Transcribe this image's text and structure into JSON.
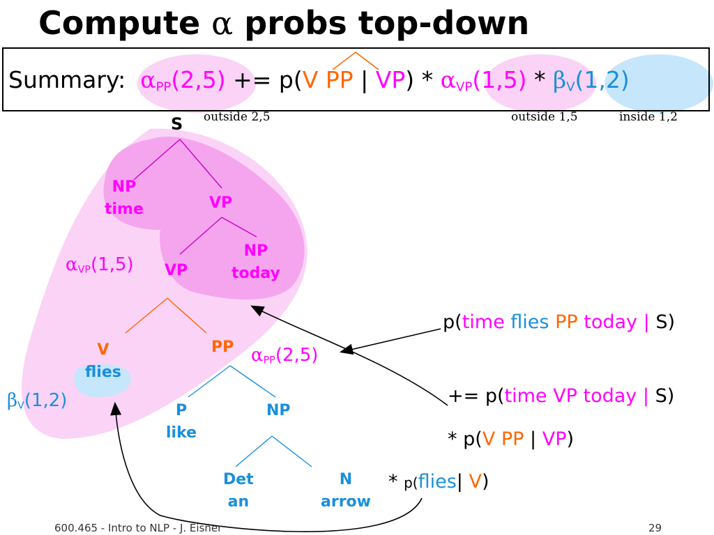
{
  "title": {
    "prefix": "Compute ",
    "greek": "α",
    "suffix": " probs top-down"
  },
  "summary": {
    "label": "Summary:",
    "alpha": "α",
    "sub_pp": "PP",
    "span_25": "(2,5)",
    "op": "+= p(",
    "v": "V",
    "pp": "PP",
    "bar": "|",
    "vp": "VP",
    "close_star": ") *",
    "alpha2": "α",
    "sub_vp": "VP",
    "span_15": "(1,5)",
    "star": "*",
    "beta": "β",
    "sub_v": "V",
    "span_12": "(1,2)"
  },
  "notes": {
    "outside_25": "outside 2,5",
    "outside_15": "outside 1,5",
    "inside_12": "inside 1,2"
  },
  "tree": {
    "s": "S",
    "np_time": {
      "cat": "NP",
      "word": "time"
    },
    "vp_top": "VP",
    "vp_lower": "VP",
    "np_today": {
      "cat": "NP",
      "word": "today"
    },
    "v_flies": {
      "cat": "V",
      "word": "flies"
    },
    "pp": "PP",
    "p_like": {
      "cat": "P",
      "word": "like"
    },
    "np_lower": "NP",
    "det_an": {
      "cat": "Det",
      "word": "an"
    },
    "n_arrow": {
      "cat": "N",
      "word": "arrow"
    }
  },
  "labels": {
    "alpha_vp": {
      "greek": "α",
      "sub": "VP",
      "span": "(1,5)"
    },
    "alpha_pp": {
      "greek": "α",
      "sub": "PP",
      "span": "(2,5)"
    },
    "beta_v": {
      "greek": "β",
      "sub": "V",
      "span": "(1,2)"
    }
  },
  "equations": {
    "line1": {
      "open": "p(",
      "time": "time",
      "flies": "flies",
      "pp": "PP",
      "today": "today",
      "bar": "|",
      "s": "S)"
    },
    "line2": {
      "open": "+= p(",
      "time": "time",
      "vp": "VP",
      "today": "today",
      "bar": "|",
      "s": "S)"
    },
    "line3": {
      "open": "* p(",
      "v": "V",
      "pp": "PP",
      "bar": "|",
      "vp": "VP",
      "close": ")"
    },
    "line4": {
      "star": "*",
      "open": "p(",
      "flies": "flies",
      "bar": "|",
      "v": "V",
      "close": ")"
    }
  },
  "footer": {
    "left": "600.465 - Intro to NLP - J. Eisner",
    "right": "29"
  },
  "colors": {
    "magenta": "#ff00ff",
    "orange": "#ff6600",
    "blue": "#1a8fdc",
    "pink_light": "#fbd3f6",
    "pink_mid": "#f5a5ee",
    "blue_light": "#c5e6fb"
  }
}
